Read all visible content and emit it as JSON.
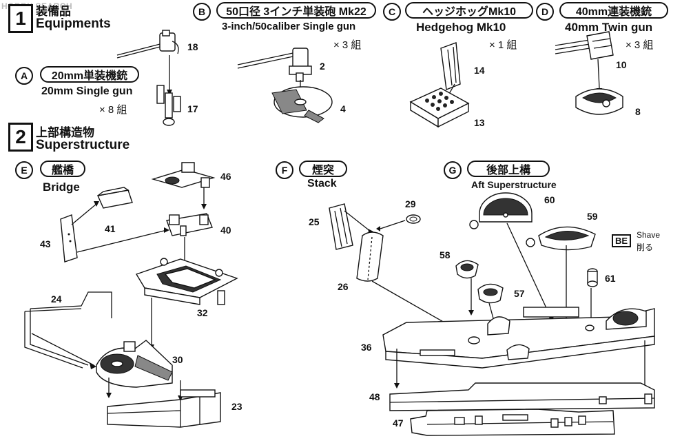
{
  "watermark": "HOBBY SEARCH",
  "step1": {
    "number": "1",
    "title_jp": "装備品",
    "title_en": "Equipments"
  },
  "step2": {
    "number": "2",
    "title_jp": "上部構造物",
    "title_en": "Superstructure"
  },
  "sectionA": {
    "letter": "A",
    "title_jp": "20mm単装機銃",
    "title_en": "20mm Single gun",
    "quantity": "× 8 組",
    "parts": [
      "18",
      "17"
    ]
  },
  "sectionB": {
    "letter": "B",
    "title_jp": "50口径 3インチ単装砲 Mk22",
    "title_en": "3-inch/50caliber Single gun",
    "quantity": "× 3 組",
    "parts": [
      "2",
      "4"
    ]
  },
  "sectionC": {
    "letter": "C",
    "title_jp": "ヘッジホッグMk10",
    "title_en": "Hedgehog Mk10",
    "quantity": "× 1 組",
    "parts": [
      "14",
      "13"
    ]
  },
  "sectionD": {
    "letter": "D",
    "title_jp": "40mm連装機銃",
    "title_en": "40mm Twin gun",
    "quantity": "× 3 組",
    "parts": [
      "10",
      "8"
    ]
  },
  "sectionE": {
    "letter": "E",
    "title_jp": "艦橋",
    "title_en": "Bridge",
    "parts": [
      "46",
      "41",
      "40",
      "43",
      "32",
      "24",
      "30",
      "23"
    ]
  },
  "sectionF": {
    "letter": "F",
    "title_jp": "煙突",
    "title_en": "Stack",
    "parts": [
      "29",
      "25",
      "26"
    ]
  },
  "sectionG": {
    "letter": "G",
    "title_jp": "後部上構",
    "title_en": "Aft Superstructure",
    "parts": [
      "60",
      "59",
      "58",
      "61",
      "57",
      "36",
      "48",
      "47"
    ]
  },
  "shave_note": {
    "code": "BE",
    "label_en": "Shave",
    "label_jp": "削る"
  }
}
